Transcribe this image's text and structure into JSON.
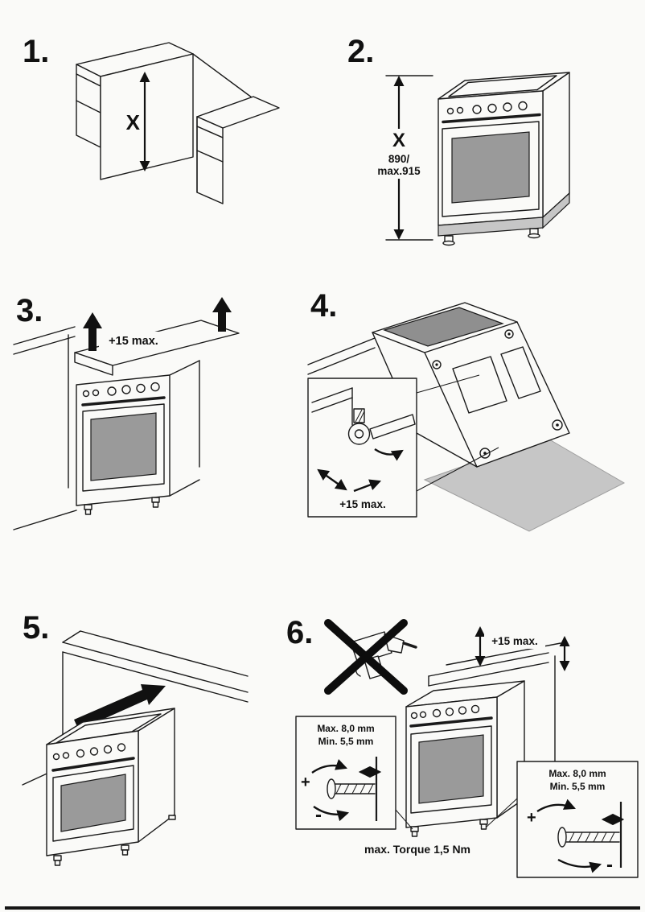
{
  "page": {
    "kind": "appliance installation instructions",
    "colors": {
      "background": "#fafaf8",
      "line": "#1a1a1a",
      "glass": "#9a9a9a",
      "hob": "#8f8f8f",
      "plinth": "#c6c6c6",
      "mat": "#c6c6c6"
    }
  },
  "steps": [
    {
      "number_label": "1.",
      "labels": {
        "dimension": "X"
      }
    },
    {
      "number_label": "2.",
      "labels": {
        "dimension": "X",
        "height_range_line1": "890/",
        "height_range_line2": "max.915"
      }
    },
    {
      "number_label": "3.",
      "labels": {
        "clearance": "+15 max."
      }
    },
    {
      "number_label": "4.",
      "labels": {
        "clearance": "+15 max."
      }
    },
    {
      "number_label": "5."
    },
    {
      "number_label": "6.",
      "labels": {
        "clearance": "+15 max.",
        "torque": "max. Torque 1,5 Nm"
      },
      "inset_left": {
        "max": "Max. 8,0 mm",
        "min": "Min. 5,5 mm",
        "plus": "+",
        "minus": "-"
      },
      "inset_right": {
        "max": "Max. 8,0 mm",
        "min": "Min. 5,5 mm",
        "plus": "+",
        "minus": "-"
      }
    }
  ]
}
